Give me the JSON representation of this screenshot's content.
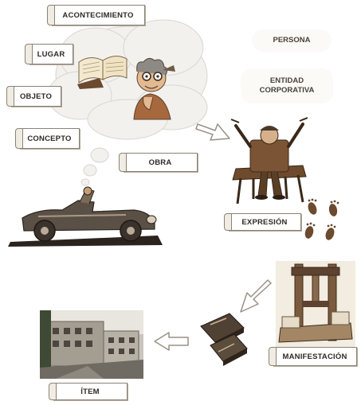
{
  "labels": {
    "acontecimiento": "ACONTECIMIENTO",
    "lugar": "LUGAR",
    "objeto": "OBJETO",
    "concepto": "CONCEPTO",
    "obra": "OBRA",
    "persona": "PERSONA",
    "entidad_corporativa_line1": "ENTIDAD",
    "entidad_corporativa_line2": "CORPORATIVA",
    "expresion": "EXPRESIÓN",
    "manifestacion": "MANIFESTACIÓN",
    "item": "ÍTEM"
  },
  "colors": {
    "ink": "#3a332c",
    "sepia": "#8a6f52",
    "sepia_dark": "#4b3a2b",
    "cloud": "#f2f1ee",
    "arrow": "#9a9186"
  },
  "icons": [
    "thought-cloud",
    "open-book",
    "thinking-man",
    "vintage-car",
    "orchestra-conductor",
    "footprints",
    "printing-press",
    "books-pile",
    "building-photo",
    "hollow-arrow"
  ]
}
